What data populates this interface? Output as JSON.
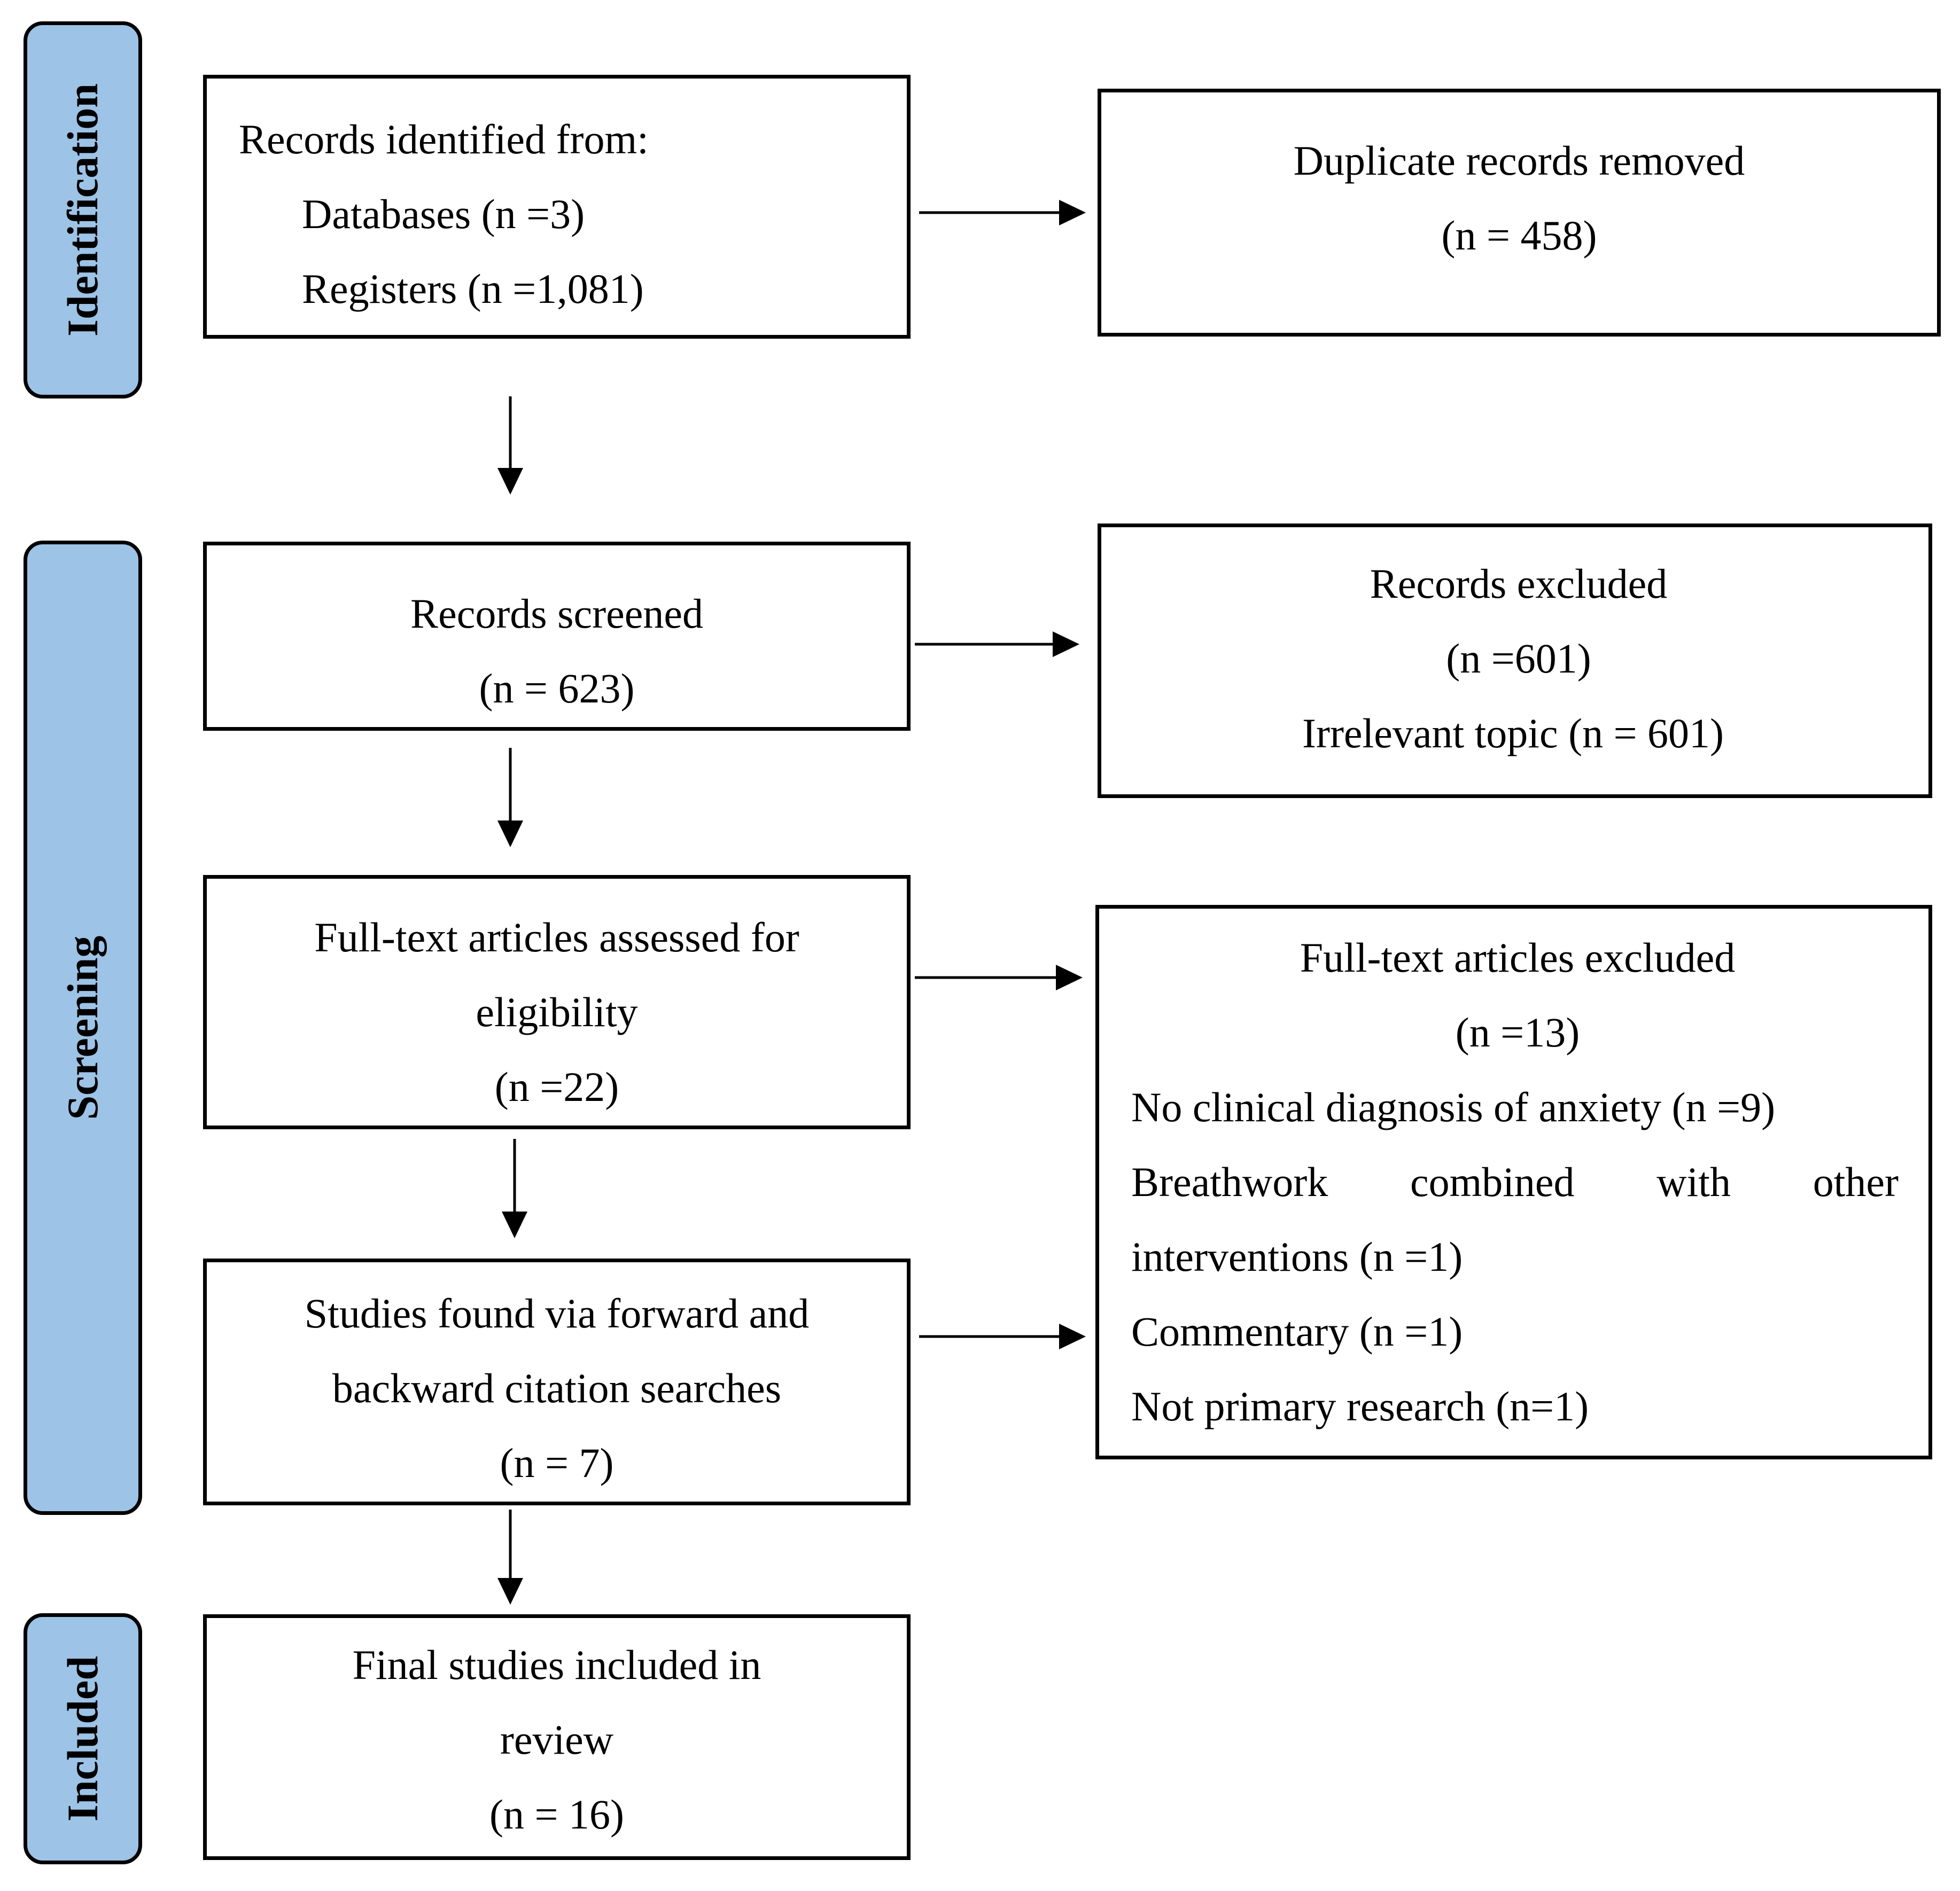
{
  "stages": {
    "identification": "Identification",
    "screening": "Screening",
    "included": "Included"
  },
  "boxes": {
    "records_identified": {
      "title": "Records identified from:",
      "databases": "Databases (n =3)",
      "registers": "Registers (n =1,081)"
    },
    "duplicates_removed": {
      "title": "Duplicate records removed",
      "count": "(n = 458)"
    },
    "records_screened": {
      "title": "Records screened",
      "count": "(n = 623)"
    },
    "records_excluded": {
      "title": "Records excluded",
      "count": "(n =601)",
      "reason": "Irrelevant topic (n = 601)"
    },
    "fulltext_assessed": {
      "line1": "Full-text articles assessed for",
      "line2": "eligibility",
      "count": "(n =22)"
    },
    "fulltext_excluded": {
      "title": "Full-text articles excluded",
      "count": "(n =13)",
      "reason1": "No clinical diagnosis of anxiety (n =9)",
      "reason2_line1": "Breathwork combined with other",
      "reason2_line2": "interventions (n =1)",
      "reason3": "Commentary (n =1)",
      "reason4": "Not primary research (n=1)"
    },
    "citation_searches": {
      "line1": "Studies found via forward and",
      "line2": "backward citation searches",
      "count": "(n = 7)"
    },
    "final_included": {
      "line1": "Final studies included in",
      "line2": "review",
      "count": "(n = 16)"
    }
  }
}
